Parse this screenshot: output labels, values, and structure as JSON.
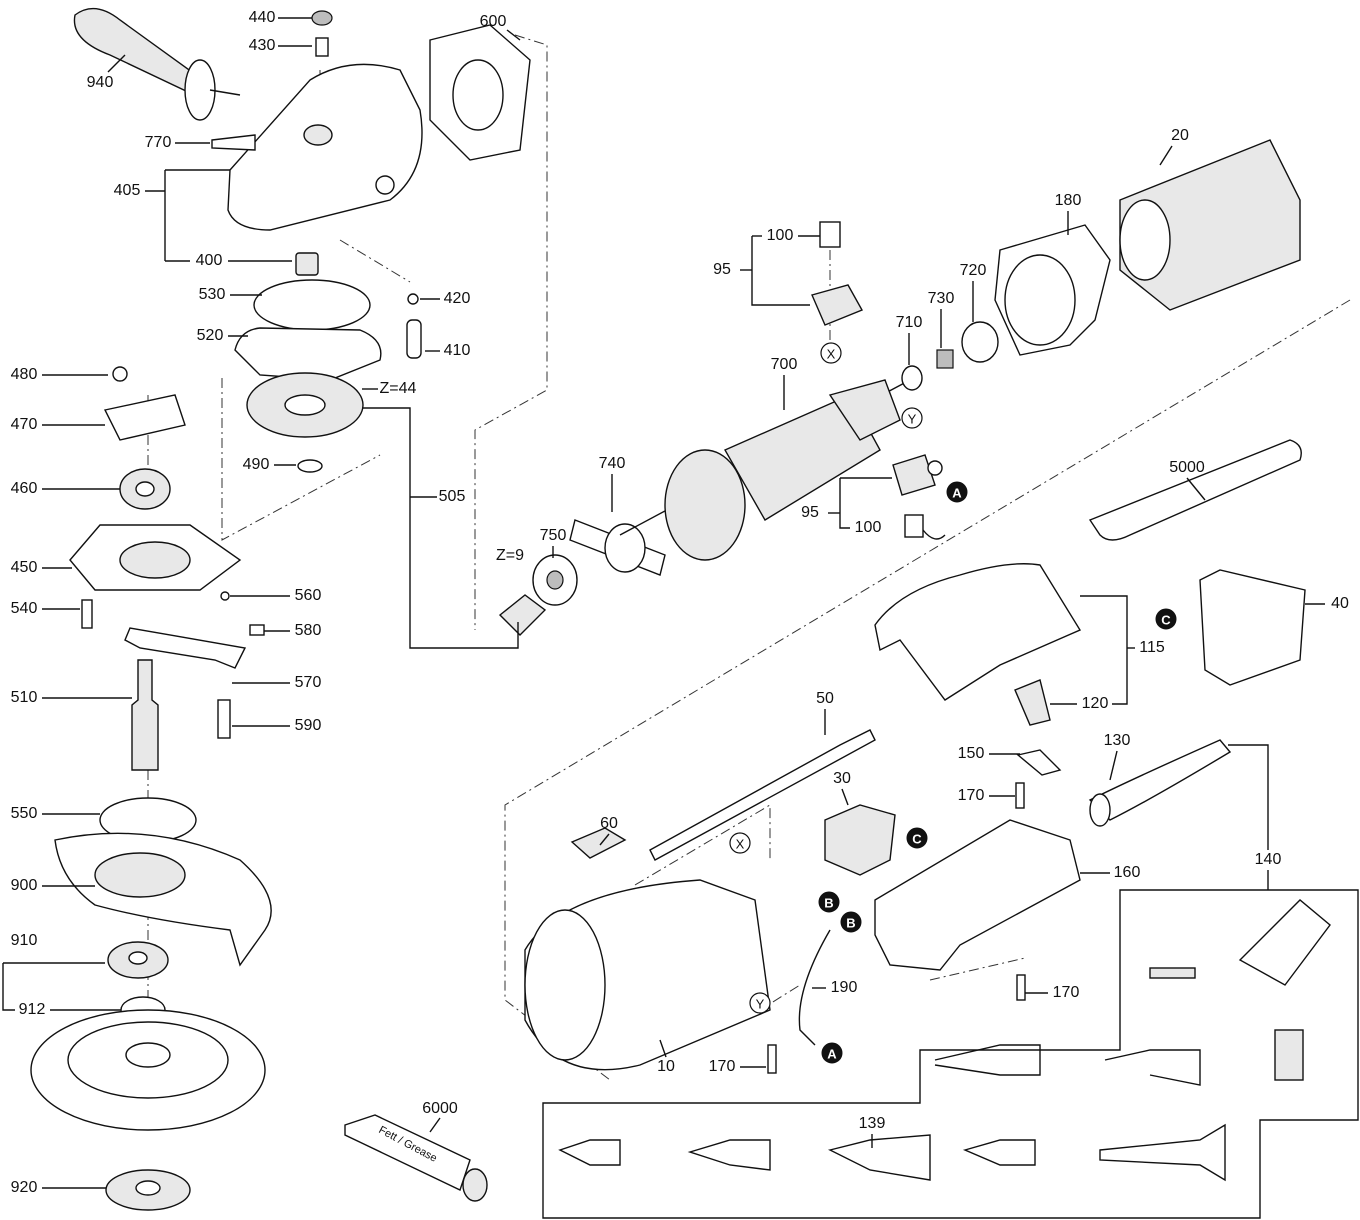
{
  "labels": [
    "440",
    "430",
    "600",
    "940",
    "770",
    "405",
    "400",
    "530",
    "420",
    "520",
    "410",
    "Z=44",
    "480",
    "470",
    "490",
    "505",
    "460",
    "450",
    "560",
    "540",
    "580",
    "570",
    "510",
    "590",
    "550",
    "900",
    "910",
    "912",
    "920",
    "6000",
    "Z=9",
    "750",
    "740",
    "700",
    "710",
    "730",
    "720",
    "180",
    "20",
    "100",
    "95",
    "5000",
    "40",
    "115",
    "120",
    "50",
    "130",
    "150",
    "140",
    "170",
    "30",
    "60",
    "160",
    "170",
    "190",
    "10",
    "170",
    "139",
    "95",
    "100"
  ],
  "markers": [
    "X",
    "Y",
    "A",
    "C",
    "C",
    "X",
    "B",
    "B",
    "Y",
    "A"
  ],
  "grease_tube_text": "Fett / Grease"
}
